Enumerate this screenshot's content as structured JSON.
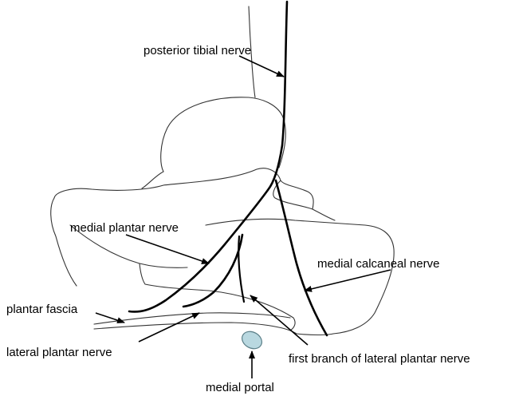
{
  "labels": {
    "posterior_tibial_nerve": "posterior tibial nerve",
    "medial_plantar_nerve": "medial plantar nerve",
    "medial_calcaneal_nerve": "medial calcaneal nerve",
    "plantar_fascia": "plantar fascia",
    "lateral_plantar_nerve": "lateral plantar nerve",
    "first_branch_lateral_plantar_nerve": "first branch of lateral plantar nerve",
    "medial_portal": "medial portal"
  },
  "colors": {
    "portal_fill": "#b9d8e0",
    "portal_stroke": "#5b7f88"
  }
}
